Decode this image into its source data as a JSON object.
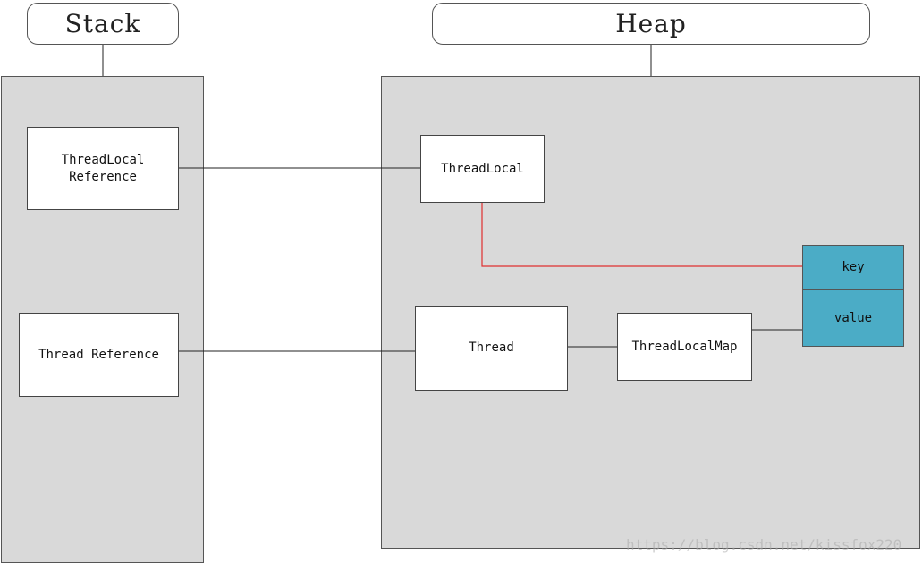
{
  "stack": {
    "title": "Stack",
    "threadlocal_reference": "ThreadLocal\nReference",
    "thread_reference": "Thread Reference"
  },
  "heap": {
    "title": "Heap",
    "threadlocal": "ThreadLocal",
    "thread": "Thread",
    "threadlocalmap": "ThreadLocalMap",
    "entry": {
      "key": "key",
      "value": "value"
    }
  },
  "colors": {
    "region_fill": "#d9d9d9",
    "entry_fill": "#4bacc6",
    "weak_reference_line": "#e03030",
    "strong_reference_line": "#222222"
  },
  "watermark": "https://blog.csdn.net/kissfox220"
}
